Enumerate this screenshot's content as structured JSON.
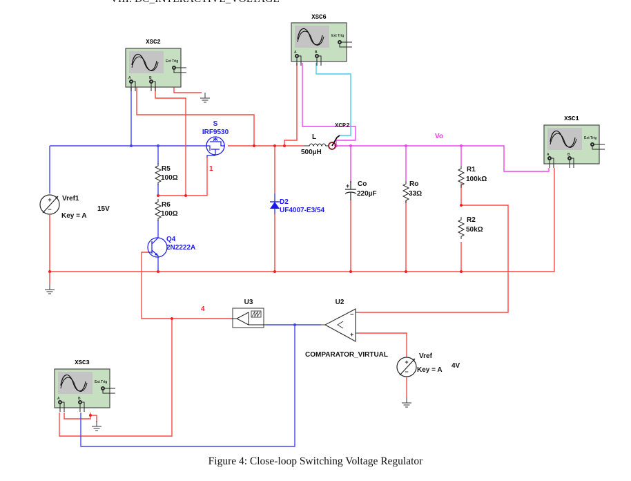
{
  "header_fragment": "VIII. DC_INTERACTIVE_VOLTAGE",
  "caption": "Figure 4: Close-loop Switching Voltage Regulator",
  "colors": {
    "red_wire": "#ff4444",
    "blue_wire": "#4444ee",
    "magenta_wire": "#ee44ee",
    "cyan_wire": "#44ccee",
    "component_blue": "#1a1aee",
    "scope_body": "#c6dfc0",
    "scope_screen": "#c4c4c4",
    "node_label_red": "#ee2222",
    "net_label_magenta": "#ee33ee"
  },
  "oscilloscopes": [
    {
      "id": "xsc2",
      "name": "XSC2",
      "ch_a": "A",
      "ch_b": "B",
      "ext_trig": "Ext Trig"
    },
    {
      "id": "xsc6",
      "name": "XSC6",
      "ch_a": "A",
      "ch_b": "B",
      "ext_trig": "Ext Trig"
    },
    {
      "id": "xsc1",
      "name": "XSC1",
      "ch_a": "A",
      "ch_b": "B",
      "ext_trig": "Ext Trig"
    },
    {
      "id": "xsc3",
      "name": "XSC3",
      "ch_a": "A",
      "ch_b": "B",
      "ext_trig": "Ext Trig"
    }
  ],
  "components": {
    "mosfet": {
      "ref": "S",
      "part": "IRF9530"
    },
    "inductor": {
      "ref": "L",
      "value": "500µH"
    },
    "current_probe": {
      "ref": "XCP2"
    },
    "diode": {
      "ref": "D2",
      "part": "UF4007-E3/54"
    },
    "capacitor": {
      "ref": "Co",
      "value": "220µF"
    },
    "load": {
      "ref": "Ro",
      "value": "33Ω"
    },
    "r1": {
      "ref": "R1",
      "value": "100kΩ"
    },
    "r2": {
      "ref": "R2",
      "value": "50kΩ"
    },
    "r5": {
      "ref": "R5",
      "value": "100Ω"
    },
    "r6": {
      "ref": "R6",
      "value": "100Ω"
    },
    "transistor": {
      "ref": "Q4",
      "part": "2N2222A"
    },
    "vsource_main": {
      "ref": "Vref1",
      "key": "Key = A",
      "value": "15V",
      "plus": "+",
      "minus": "−"
    },
    "vsource_ref": {
      "ref": "Vref",
      "key": "Key = A",
      "value": "4V",
      "plus": "+",
      "minus": "−"
    },
    "pwm_gen": {
      "ref": "U3"
    },
    "comparator": {
      "ref": "U2",
      "part": "COMPARATOR_VIRTUAL",
      "minus": "−",
      "plus": "+"
    }
  },
  "net_labels": {
    "node_1": "1",
    "node_4": "4",
    "vo": "Vo"
  }
}
